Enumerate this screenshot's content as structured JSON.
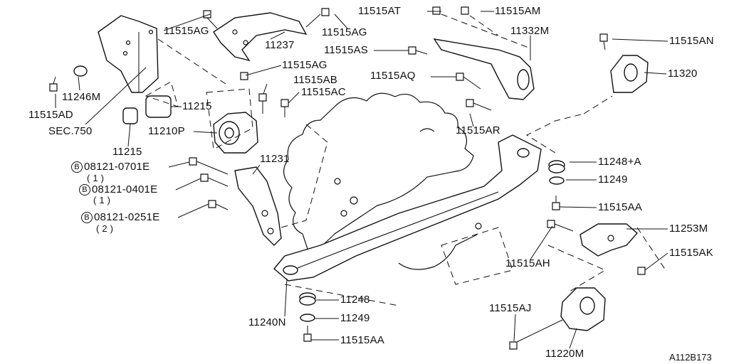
{
  "labels": {
    "p11515AT": "11515AT",
    "p11515AM": "11515AM",
    "p11515AG_1": "11515AG",
    "p11515AG_2": "11515AG",
    "p11515AG_3": "11515AG",
    "p11237": "11237",
    "p11332M": "11332M",
    "p11515AS": "11515AS",
    "p11515AN": "11515AN",
    "p11320": "11320",
    "p11515AQ": "11515AQ",
    "p11515AB": "11515AB",
    "p11515AC": "11515AC",
    "p11246M": "11246M",
    "p11515AD": "11515AD",
    "p11215_1": "11215",
    "p11215_2": "11215",
    "sec750": "SEC.750",
    "p11210P": "11210P",
    "p11515AR": "11515AR",
    "p11231": "11231",
    "p11248A": "11248+A",
    "p11249_1": "11249",
    "p11515AA_1": "11515AA",
    "p11253M": "11253M",
    "p11515AK": "11515AK",
    "p11515AH": "11515AH",
    "p11248": "11248",
    "p11249_2": "11249",
    "p11515AA_2": "11515AA",
    "p11240N": "11240N",
    "p11515AJ": "11515AJ",
    "p11220M": "11220M",
    "bolt1": "08121-0701E",
    "bolt1_qty": "( 1 )",
    "bolt2": "08121-0401E",
    "bolt2_qty": "( 1 )",
    "bolt3": "08121-0251E",
    "bolt3_qty": "( 2 )",
    "bolt_prefix": "B",
    "figure_ref": "A112B173"
  }
}
